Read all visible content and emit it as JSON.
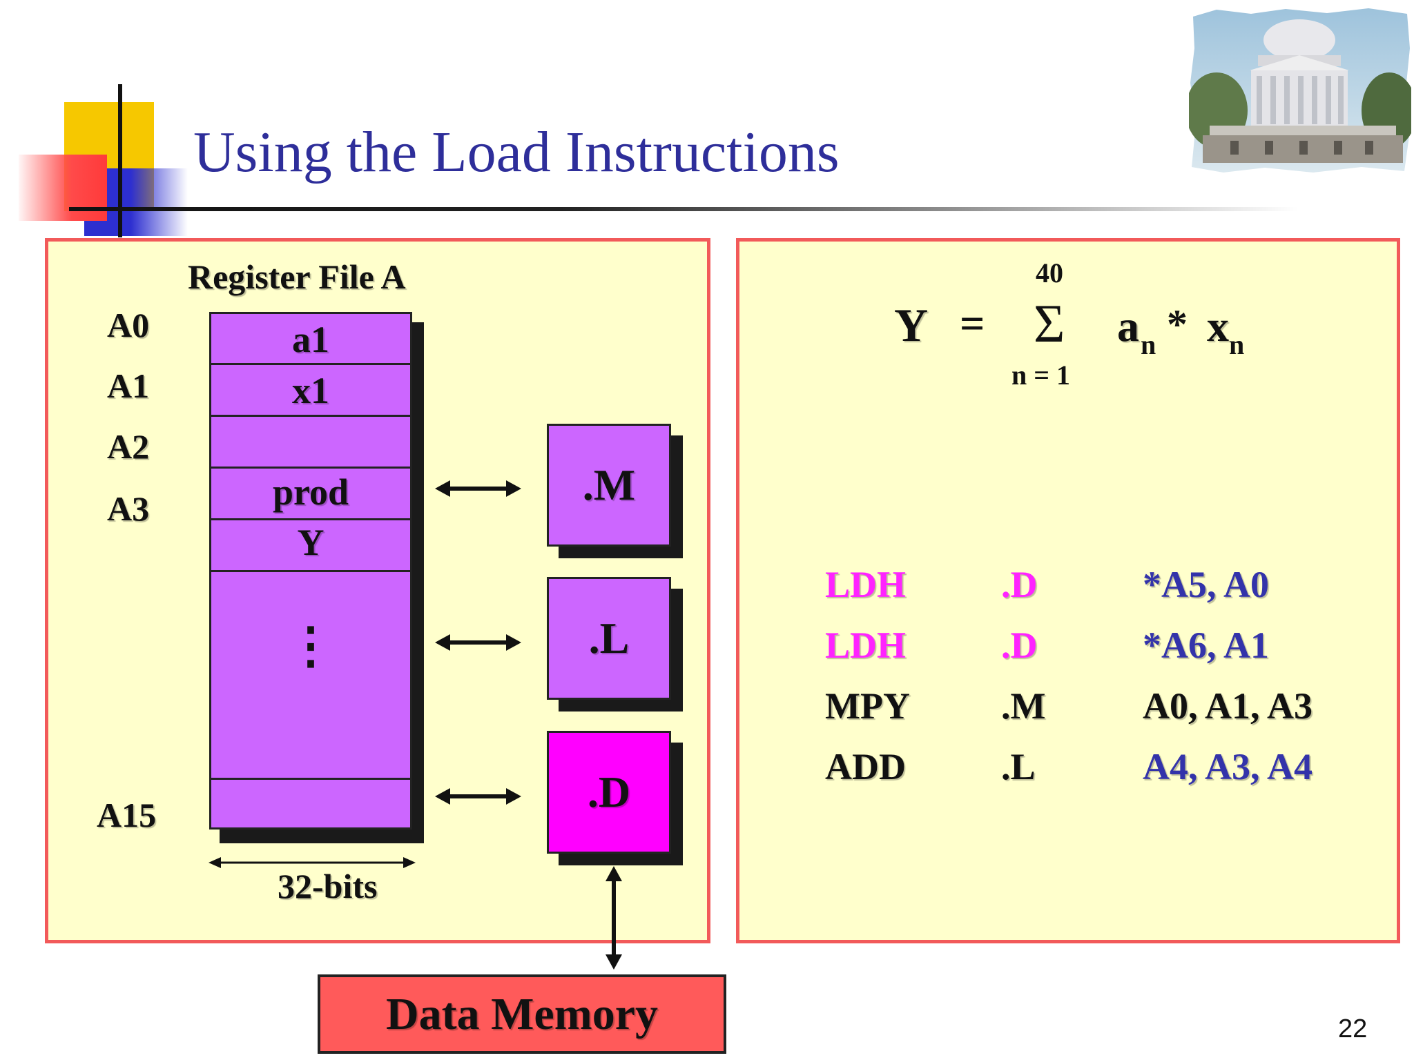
{
  "title": "Using the Load Instructions",
  "page_number": "22",
  "register_file": {
    "heading": "Register File A",
    "register_labels": [
      "A0",
      "A1",
      "A2",
      "A3",
      "A15"
    ],
    "cells": [
      "a1",
      "x1",
      "",
      "prod",
      "Y"
    ],
    "ellipsis": "⋮",
    "width_label": "32-bits"
  },
  "units": {
    "m": ".M",
    "l": ".L",
    "d": ".D"
  },
  "data_memory": "Data Memory",
  "formula": {
    "lhs": "Y",
    "equals": "=",
    "sigma": "Σ",
    "upper": "40",
    "lower": "n = 1",
    "a": "a",
    "sub_n": "n",
    "times": "*",
    "x": "x"
  },
  "instructions": [
    {
      "op": "LDH",
      "unit": ".D",
      "operands": "*A5, A0",
      "op_color": "#ff22ff",
      "unit_color": "#ff22ff",
      "operand_color": "#3333aa"
    },
    {
      "op": "LDH",
      "unit": ".D",
      "operands": "*A6, A1",
      "op_color": "#ff22ff",
      "unit_color": "#ff22ff",
      "operand_color": "#3333aa"
    },
    {
      "op": "MPY",
      "unit": ".M",
      "operands": "A0, A1, A3",
      "op_color": "#111111",
      "unit_color": "#111111",
      "operand_color": "#111111"
    },
    {
      "op": "ADD",
      "unit": ".L",
      "operands": "A4, A3, A4",
      "op_color": "#111111",
      "unit_color": "#111111",
      "operand_color": "#3333aa"
    }
  ],
  "colors": {
    "panel_bg": "#ffffcc",
    "panel_border": "#f25a5a",
    "register_fill": "#cc66ff",
    "d_unit_fill": "#ff00ff",
    "data_memory_fill": "#ff5a5a",
    "title_color": "#2e2e9a"
  }
}
